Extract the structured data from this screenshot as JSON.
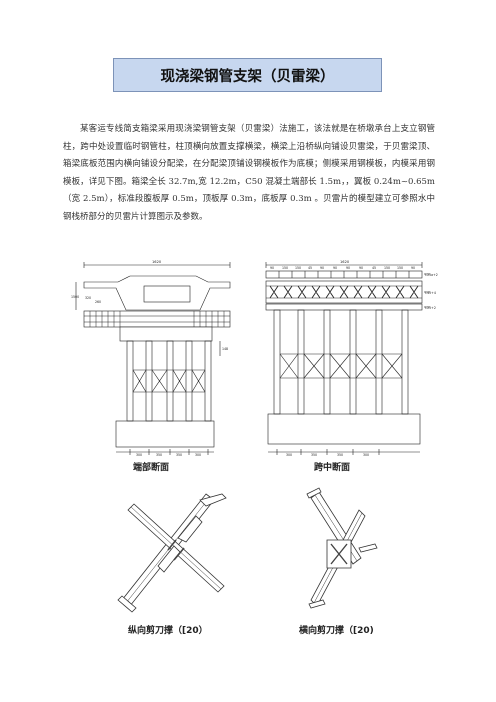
{
  "title": "现浇梁钢管支架（贝雷梁）",
  "paragraph": "某客运专线简支箱梁采用现浇梁钢管支架（贝雷梁）法施工，该法就是在桥墩承台上支立钢管柱，跨中处设置临时钢管柱，柱顶横向放置支撑横梁，横梁上沿桥纵向铺设贝雷梁，于贝雷梁顶、箱梁底板范围内横向铺设分配梁，在分配梁顶铺设钢模板作为底模；侧模采用钢模板，内模采用钢模板，详见下图。箱梁全长 32.7m,宽 12.2m，C50 混凝土端部长 1.5m，，翼板 0.24m~0.65m（宽 2.5m），标准段腹板厚 0.5m，顶板厚 0.3m，底板厚 0.3m 。贝雷片的模型建立可参照水中钢栈桥部分的贝雷片计算图示及参数。",
  "figures": {
    "end_section": {
      "caption": "端部断面",
      "top_dim": "1620",
      "dim_a": "320",
      "dim_b": "260",
      "side_dim": "1500",
      "right_dim": "148",
      "bottom_dims": [
        "300",
        "350",
        "350",
        "300"
      ]
    },
    "mid_section": {
      "caption": "跨中断面",
      "top_dim": "1620",
      "top_dims": [
        "90",
        "150",
        "150",
        "45",
        "90",
        "90",
        "90",
        "90",
        "45",
        "150",
        "150",
        "90"
      ],
      "level_labels": [
        "I-25a+2",
        "I-45+4",
        "I-25+2"
      ],
      "bottom_dims": [
        "300",
        "350",
        "350",
        "300"
      ]
    },
    "longitudinal_brace": {
      "caption": "纵向剪刀撑（[20）"
    },
    "transverse_brace": {
      "caption": "横向剪刀撑（[20)"
    }
  }
}
